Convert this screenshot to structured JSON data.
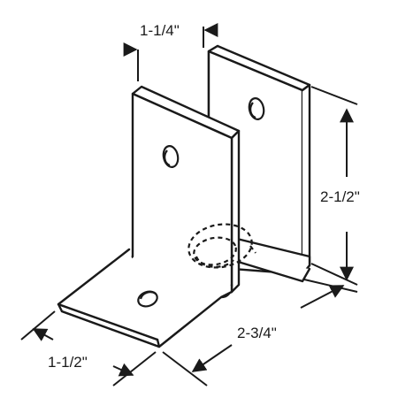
{
  "diagram": {
    "dimensions": {
      "top_gap": "1-1/4\"",
      "height": "2-1/2\"",
      "depth": "2-3/4\"",
      "base_width": "1-1/2\""
    }
  }
}
